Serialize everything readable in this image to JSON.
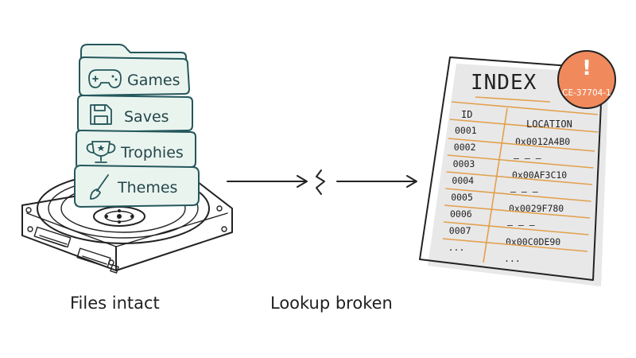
{
  "left_panel": {
    "folders": [
      {
        "label": "Themes",
        "icon": "paintbrush-icon"
      },
      {
        "label": "Trophies",
        "icon": "trophy-icon"
      },
      {
        "label": "Saves",
        "icon": "floppy-disk-icon"
      },
      {
        "label": "Games",
        "icon": "gamepad-icon"
      }
    ],
    "caption": "Files intact"
  },
  "middle": {
    "caption": "Lookup broken"
  },
  "index_doc": {
    "title": "INDEX",
    "badge_symbol": "!",
    "badge_code": "CE-37704-1",
    "col_id": "ID",
    "col_location": "LOCATION",
    "rows": [
      {
        "id": "0001",
        "location": "0x0012A4B0"
      },
      {
        "id": "0002",
        "location": "— — —"
      },
      {
        "id": "0003",
        "location": "0x00AF3C10"
      },
      {
        "id": "0004",
        "location": "— — —"
      },
      {
        "id": "0005",
        "location": "0x0029F780"
      },
      {
        "id": "0006",
        "location": "— — —"
      },
      {
        "id": "0007",
        "location": "0x00C0DE90"
      },
      {
        "id": "...",
        "location": "..."
      }
    ]
  },
  "colors": {
    "folder_stroke": "#24575b",
    "folder_fill": "#eaf4ef",
    "accent_orange": "#e2a04d",
    "badge_fill": "#f08a5d",
    "ink": "#222222"
  }
}
